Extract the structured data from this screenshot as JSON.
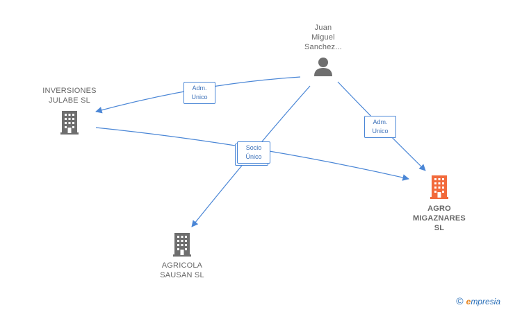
{
  "nodes": {
    "person": {
      "label": "Juan\nMiguel\nSanchez..."
    },
    "inversiones": {
      "label": "INVERSIONES\nJULABE  SL"
    },
    "agro": {
      "label": "AGRO\nMIGAZNARES\nSL"
    },
    "agricola": {
      "label": "AGRICOLA\nSAUSAN  SL"
    }
  },
  "edges": {
    "adm_inversiones": {
      "label": "Adm.\nUnico"
    },
    "adm_agro": {
      "label": "Adm.\nUnico"
    },
    "socio_unico": {
      "label": "Socio\nÚnico"
    }
  },
  "colors": {
    "edge": "#4a86d6",
    "building_default": "#6e6e6e",
    "building_highlight": "#f26a3c",
    "person": "#6e6e6e"
  },
  "watermark": {
    "copyright": "©",
    "brand_e": "e",
    "brand_rest": "mpresia"
  }
}
